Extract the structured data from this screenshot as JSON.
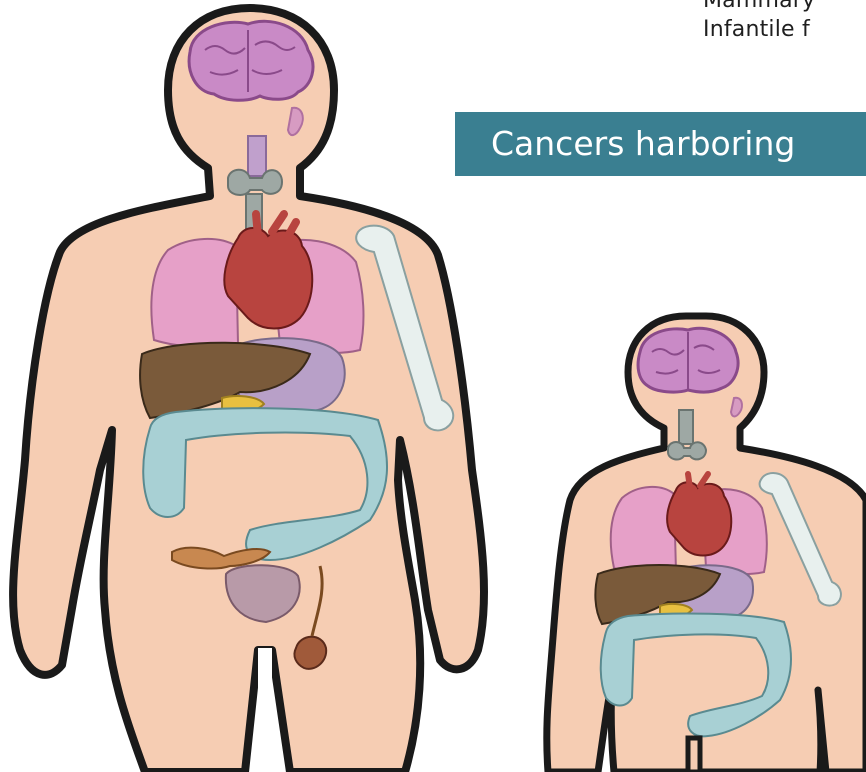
{
  "header": {
    "line1": "Mammary",
    "line2": "Infantile f"
  },
  "banner": {
    "text": "Cancers harboring"
  },
  "colors": {
    "skin": "#f6cdb3",
    "outline": "#1a1a1a",
    "brain": "#c98ac6",
    "lungs": "#e6a0c8",
    "heart": "#b8443f",
    "liver": "#7a5a3a",
    "stomach": "#b8a0c8",
    "intestine": "#a8d0d4",
    "bone": "#e8f0ee",
    "banner": "#3a7f91"
  },
  "figures": [
    {
      "name": "adult",
      "organs": [
        "brain-icon",
        "ear-icon",
        "trachea-icon",
        "thyroid-icon",
        "lungs-icon",
        "heart-icon",
        "liver-icon",
        "stomach-icon",
        "colon-icon",
        "uterus-icon",
        "bladder-icon",
        "testis-icon",
        "humerus-icon"
      ]
    },
    {
      "name": "child",
      "organs": [
        "brain-icon",
        "ear-icon",
        "trachea-icon",
        "lungs-icon",
        "heart-icon",
        "liver-icon",
        "stomach-icon",
        "colon-icon",
        "humerus-icon"
      ]
    }
  ]
}
